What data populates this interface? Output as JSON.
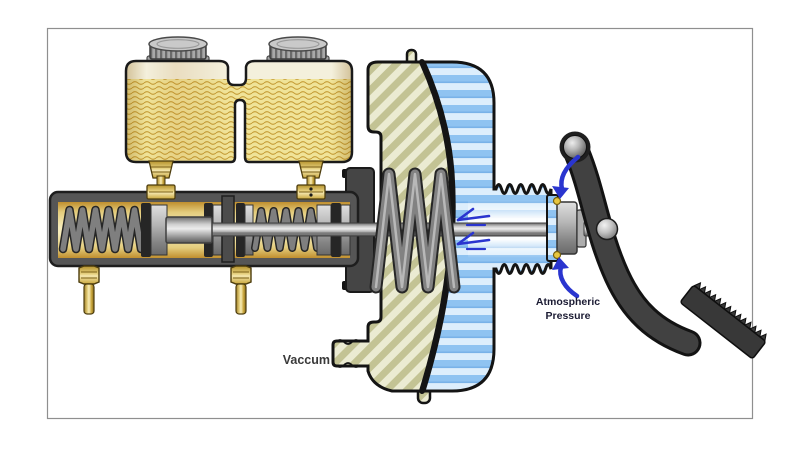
{
  "diagram": {
    "type": "brake-master-cylinder-with-vacuum-booster",
    "labels": {
      "vacuum": "Vaccum",
      "atmospheric_line1": "Atmospheric",
      "atmospheric_line2": "Pressure"
    },
    "icons": {
      "flow_arrows": "left-arrow",
      "atmospheric_inlet_arrows": "curved-arrow"
    },
    "colors": {
      "reservoir_fluid": "#f0e398",
      "reservoir_wave_line": "#c39a33",
      "reservoir_cream_band": "#f4f0dc",
      "brass": "#d9bd55",
      "cylinder_body_gray": "#565656",
      "bore_gold_light": "#f6ecba",
      "booster_shell_olive": "#c3c394",
      "booster_shell_olive_light": "#ebebd2",
      "chamber_blue": "#8fc3f1",
      "chamber_blue_light": "#ddeefc",
      "pedal_gray": "#414141",
      "arrow_blue": "#2a35cf",
      "spring_gray": "#7f7f7f",
      "outline_black": "#141414",
      "frame_gray": "#8f8f8f"
    }
  }
}
